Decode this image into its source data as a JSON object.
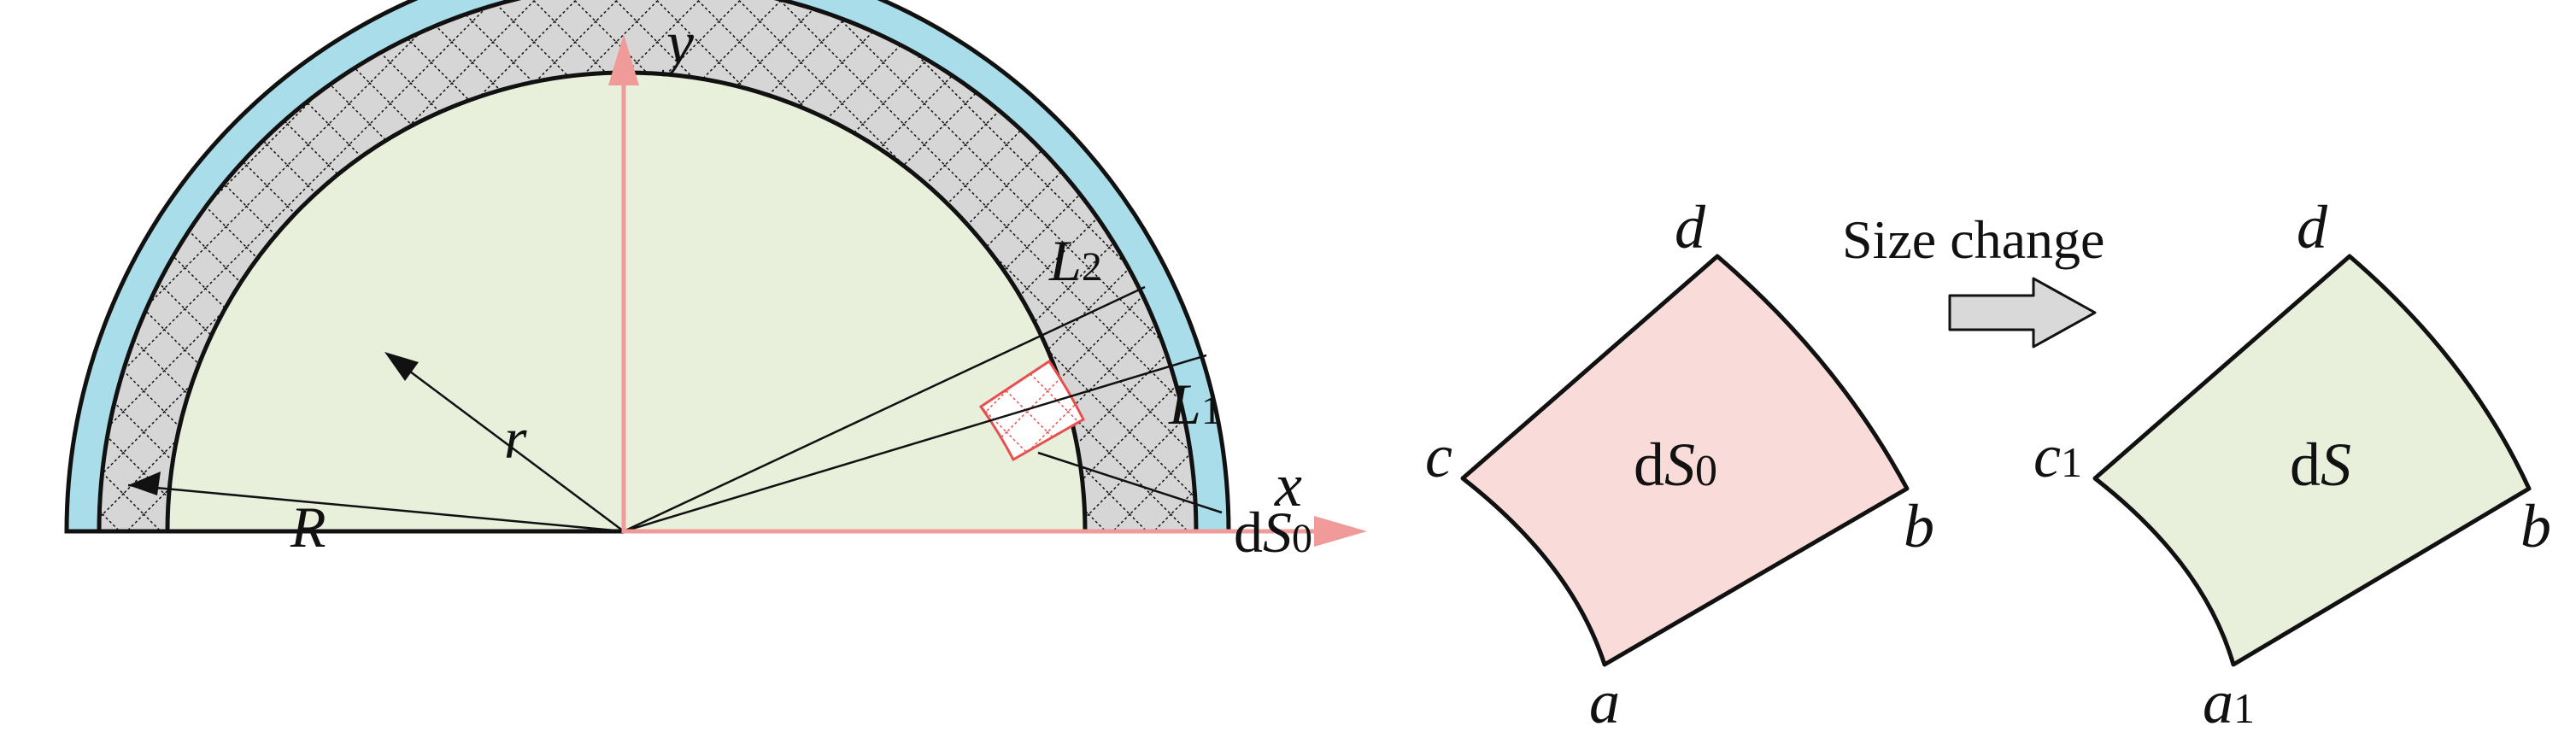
{
  "labels": {
    "axis_y": "y",
    "axis_x": "x",
    "r": "r",
    "R": "R",
    "L2_base": "L",
    "L2_sub": "2",
    "L1_base": "L",
    "L1_sub": "1",
    "dS0_left_d": "d",
    "dS0_left_S": "S",
    "dS0_left_sub": "0",
    "dS0_center_d": "d",
    "dS0_center_S": "S",
    "dS0_center_sub": "0",
    "dS_center_d": "d",
    "dS_center_S": "S",
    "size_change": "Size change",
    "corner_d": "d",
    "corner_c": "c",
    "corner_b": "b",
    "corner_a": "a",
    "corner_d2": "d",
    "corner_c1_base": "c",
    "corner_c1_sub": "1",
    "corner_b2": "b",
    "corner_a1_base": "a",
    "corner_a1_sub": "1"
  },
  "colors": {
    "outer_layer": "#a8dde9",
    "mesh_layer": "#c9c9c9",
    "inner_core": "#e8f0dc",
    "axis": "#f09a9a",
    "element_pink": "#f9dcda",
    "element_green": "#e8f0dc",
    "highlight_mesh": "#e85050",
    "arrow_fill": "#d9d9d9"
  }
}
